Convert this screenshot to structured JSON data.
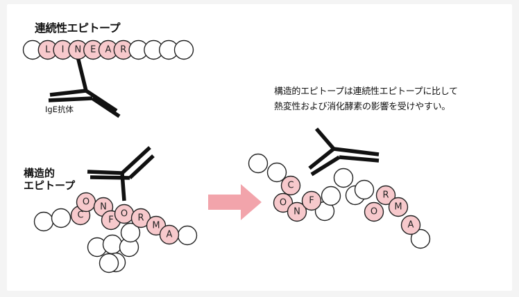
{
  "labels": {
    "linear_title": "連続性エピトープ",
    "ige": "IgE抗体",
    "conformational_title_line1": "構造的",
    "conformational_title_line2": "エピトープ",
    "note_line1": "構造的エピトープは連続性エピトープに比して",
    "note_line2": "熱変性および消化酵素の影響を受けやすい。"
  },
  "linear_epitope": {
    "beads": [
      "",
      "L",
      "I",
      "N",
      "E",
      "A",
      "R",
      "",
      "",
      "",
      ""
    ]
  },
  "conformational_folded": {
    "letters": [
      "C",
      "O",
      "N",
      "F",
      "O",
      "R",
      "M",
      "A"
    ]
  },
  "conformational_unfolded": {
    "letters": [
      "C",
      "O",
      "N",
      "F",
      "O",
      "R",
      "M",
      "A"
    ]
  },
  "colors": {
    "bead_pink": "#f7c9cc",
    "bead_white": "#ffffff",
    "outline": "#222222",
    "arrow": "#f2a4ab",
    "antibody": "#111111"
  },
  "icons": {
    "arrow": "right-arrow-icon",
    "antibody": "y-shaped-antibody-icon"
  }
}
